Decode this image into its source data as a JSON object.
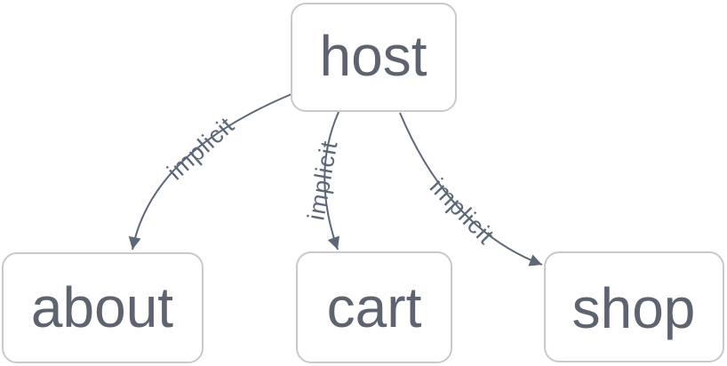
{
  "diagram": {
    "type": "directed-graph",
    "background": "#ffffff",
    "colors": {
      "node_fill": "#ffffff",
      "node_border": "#c8c9cb",
      "node_text": "#5d6470",
      "edge": "#5c6878",
      "edge_label": "#5c6878",
      "arrowhead": "#5c6878"
    },
    "nodes": [
      {
        "id": "host",
        "label": "host"
      },
      {
        "id": "about",
        "label": "about"
      },
      {
        "id": "cart",
        "label": "cart"
      },
      {
        "id": "shop",
        "label": "shop"
      }
    ],
    "edges": [
      {
        "from": "host",
        "to": "about",
        "label": "implicit"
      },
      {
        "from": "host",
        "to": "cart",
        "label": "implicit"
      },
      {
        "from": "host",
        "to": "shop",
        "label": "implicit"
      }
    ]
  }
}
